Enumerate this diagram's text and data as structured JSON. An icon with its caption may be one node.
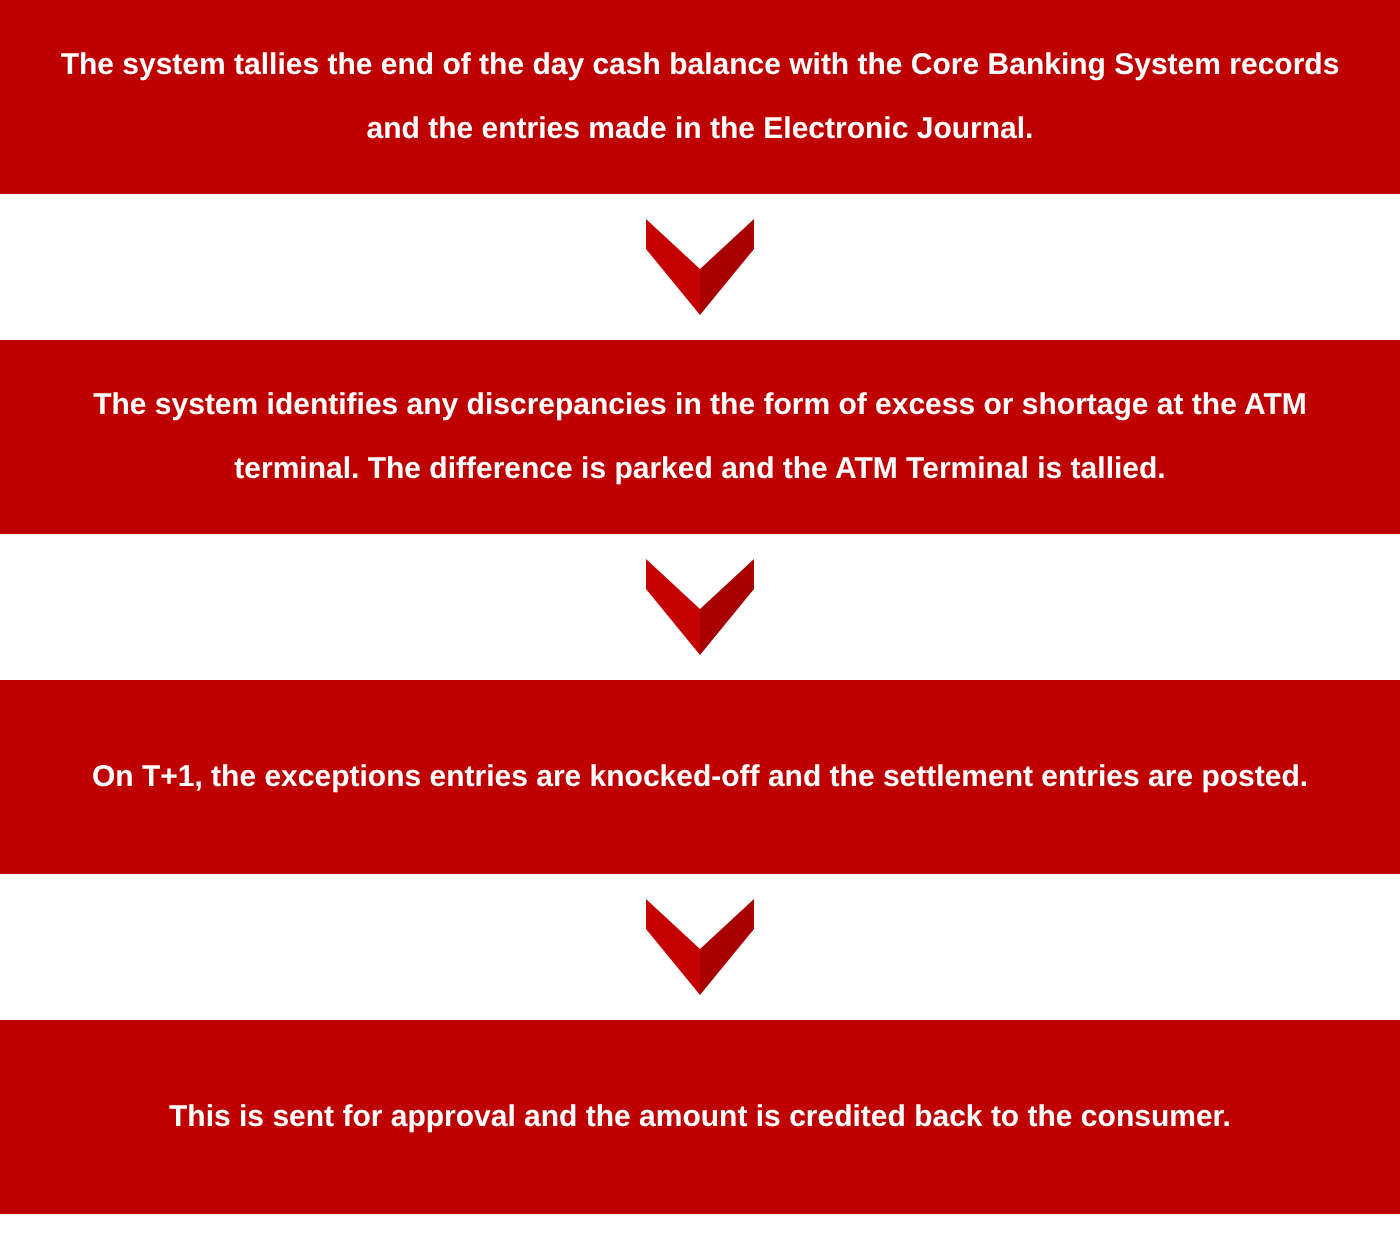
{
  "diagram": {
    "nodes": [
      {
        "text": [
          "The system tallies the end of the day cash balance with the Core Banking System records and the entries made in the Electronic Journal."
        ]
      },
      {
        "text": [
          "The system identifies any discrepancies in the form of excess or shortage at the ATM terminal. The difference is parked and the ATM Terminal is tallied."
        ]
      },
      {
        "text": [
          "On T+1, the exceptions entries are knocked-off and the settlement entries are posted."
        ]
      },
      {
        "text": [
          "This is sent for approval and the amount is credited back to the consumer."
        ]
      }
    ],
    "edges": [
      {
        "from": 0,
        "to": 1,
        "arrow": "to"
      },
      {
        "from": 1,
        "to": 2,
        "arrow": "to"
      },
      {
        "from": 2,
        "to": 3,
        "arrow": "to"
      }
    ]
  }
}
